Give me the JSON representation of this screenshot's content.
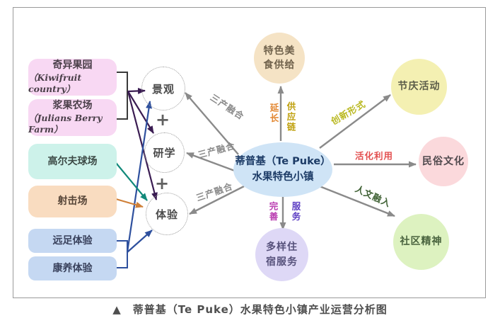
{
  "caption": {
    "marker": "▲",
    "text": "蒂普基（Te Puke）水果特色小镇产业运营分析图"
  },
  "center_hub": {
    "line1": "蒂普基（Te Puke）",
    "line2": "水果特色小镇"
  },
  "source_boxes": [
    {
      "title": "奇异果园",
      "subtitle": "（Kiwifruit country）",
      "color": "#f8d8f3"
    },
    {
      "title": "浆果农场",
      "subtitle": "（Julians Berry Farm）",
      "color": "#f8d8f3"
    },
    {
      "title": "高尔夫球场",
      "color": "#cdf2ea"
    },
    {
      "title": "射击场",
      "color": "#f9dcc0"
    },
    {
      "title": "远足体验",
      "color": "#c5d8f2"
    },
    {
      "title": "康养体验",
      "color": "#c5d8f2"
    }
  ],
  "theme_nodes": [
    {
      "label": "景观"
    },
    {
      "label": "研学"
    },
    {
      "label": "体验"
    }
  ],
  "plus_sign": "+",
  "satellite_nodes": [
    {
      "name": "特色美食供给",
      "line1": "特色美",
      "line2": "食供给",
      "color": "#f5e3c5"
    },
    {
      "name": "节庆活动",
      "line1": "节庆活动",
      "color": "#f4f0b2"
    },
    {
      "name": "民俗文化",
      "line1": "民俗文化",
      "color": "#fbd9dc"
    },
    {
      "name": "社区精神",
      "line1": "社区精神",
      "color": "#ddf2c0"
    },
    {
      "name": "多样住宿服务",
      "line1": "多样住",
      "line2": "宿服务",
      "color": "#ded8f6"
    }
  ],
  "edge_labels": {
    "fusion1": "三产融合",
    "fusion2": "三产融合",
    "fusion3": "三产融合",
    "extend": "延长",
    "supply_chain": "供应链",
    "innovate": "创新形式",
    "revitalize": "活化利用",
    "humanity": "人文融入",
    "improve": "完善",
    "service": "服务"
  },
  "edge_colors": {
    "gray": "#8a8a8a",
    "dark_purple": "#3a1c52",
    "blue": "#2e509e",
    "teal": "#11897a",
    "orange": "#cf8038",
    "bracket": "#3a3a3a"
  }
}
